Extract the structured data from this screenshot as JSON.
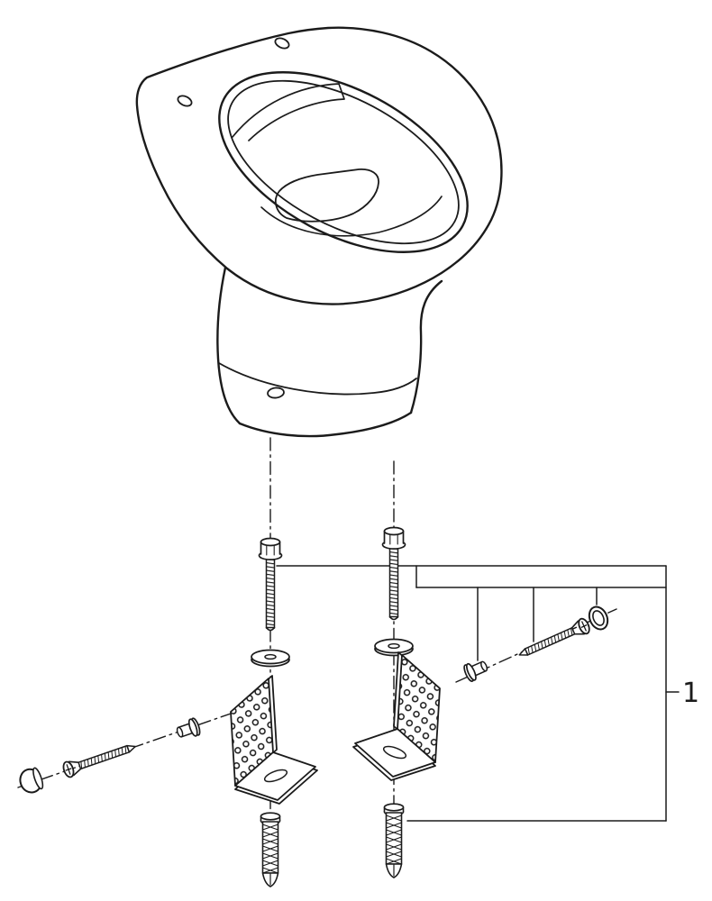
{
  "figure": {
    "type": "exploded-assembly-diagram",
    "callout": {
      "label": "1"
    },
    "colors": {
      "ink": "#1b1b1b",
      "paper": "#ffffff"
    },
    "parts": [
      {
        "name": "toilet-bowl"
      },
      {
        "name": "fixing-bolt",
        "count": 2
      },
      {
        "name": "washer",
        "count": 2
      },
      {
        "name": "angle-bracket",
        "count": 2
      },
      {
        "name": "wall-plug",
        "count": 2
      },
      {
        "name": "side-fixing-screw",
        "count": 2
      },
      {
        "name": "cover-cap",
        "count": 2
      },
      {
        "name": "spacer-sleeve",
        "count": 2
      }
    ]
  }
}
